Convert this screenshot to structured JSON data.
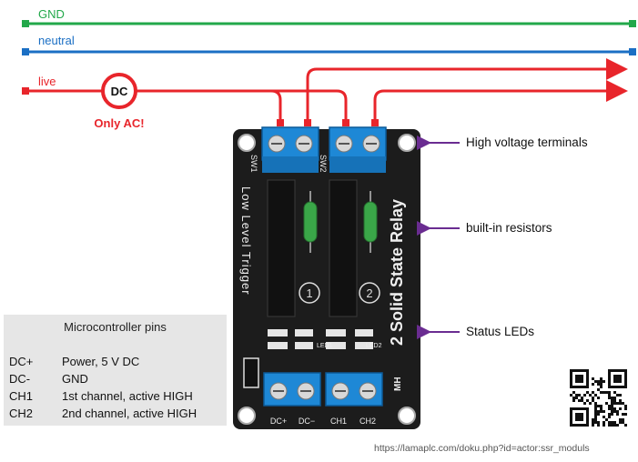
{
  "wires": {
    "gnd": {
      "label": "GND",
      "color": "#22a84a"
    },
    "neutral": {
      "label": "neutral",
      "color": "#1b6fc4"
    },
    "live": {
      "label": "live",
      "color": "#e8252b"
    }
  },
  "dc_marker": {
    "label": "DC",
    "warning": "Only AC!"
  },
  "board": {
    "title": "2 Solid State Relay",
    "subtitle": "Low Level Trigger",
    "sw1": "SW1",
    "sw2": "SW2",
    "relay1": "1",
    "relay2": "2",
    "led1": "LED1",
    "led2": "LED2",
    "maker": "MH",
    "pin_labels": [
      "DC+",
      "DC−",
      "CH1",
      "CH2"
    ]
  },
  "annotations": [
    {
      "text": "High voltage terminals"
    },
    {
      "text": "built-in resistors"
    },
    {
      "text": "Status LEDs"
    }
  ],
  "pins_panel": {
    "title": "Microcontroller pins",
    "rows": [
      {
        "pin": "DC+",
        "desc": "Power, 5 V DC"
      },
      {
        "pin": "DC-",
        "desc": "GND"
      },
      {
        "pin": "CH1",
        "desc": "1st channel, active HIGH"
      },
      {
        "pin": "CH2",
        "desc": "2nd channel, active HIGH"
      }
    ]
  },
  "qr_code": {
    "icon": "qr-code-icon"
  },
  "url": "https://lamaplc.com/doku.php?id=actor:ssr_moduls"
}
